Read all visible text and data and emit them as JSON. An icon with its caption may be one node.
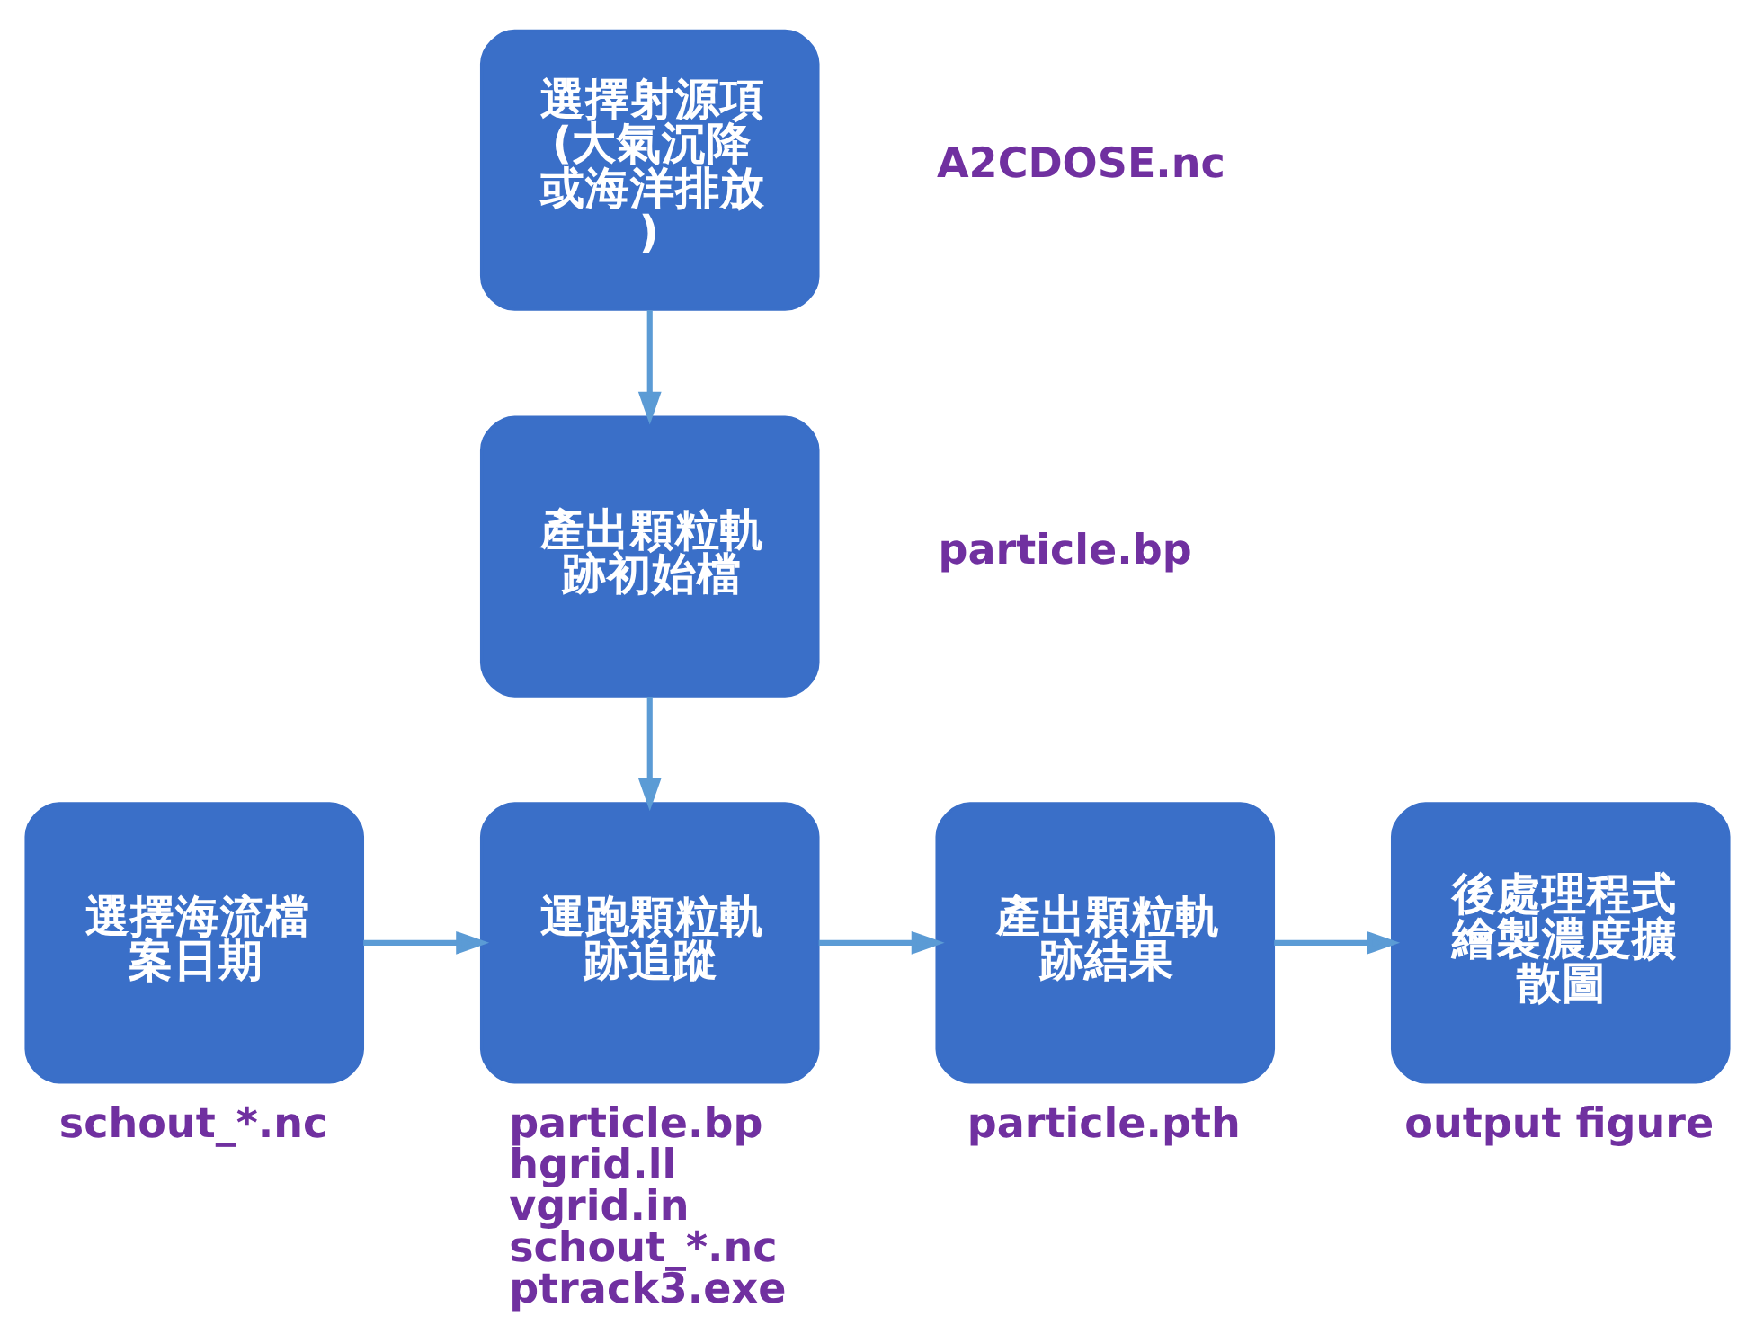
{
  "diagram": {
    "nodes": [
      {
        "text": [
          "選擇射源項(大氣沉降或海洋排放)"
        ],
        "beside": [
          "A2CDOSE.nc"
        ]
      },
      {
        "text": [
          "產出顆粒軌跡初始檔"
        ],
        "beside": [
          "particle.bp"
        ]
      },
      {
        "text": [
          "選擇海流檔案日期"
        ],
        "beside": [
          "schout_*.nc"
        ]
      },
      {
        "text": [
          "運跑顆粒軌跡追蹤"
        ],
        "beside": [
          "particle.bp",
          "hgrid.ll",
          "vgrid.in",
          "schout_*.nc",
          "ptrack3.exe"
        ]
      },
      {
        "text": [
          "產出顆粒軌跡結果"
        ],
        "beside": [
          "particle.pth"
        ]
      },
      {
        "text": [
          "後處理程式繪製濃度擴散圖"
        ],
        "beside": [
          "output figure"
        ]
      }
    ],
    "edges": [
      {
        "from": 0,
        "to": 1,
        "arrow": "to"
      },
      {
        "from": 1,
        "to": 3,
        "arrow": "to"
      },
      {
        "from": 2,
        "to": 3,
        "arrow": "to"
      },
      {
        "from": 3,
        "to": 4,
        "arrow": "to"
      },
      {
        "from": 4,
        "to": 5,
        "arrow": "to"
      }
    ]
  }
}
